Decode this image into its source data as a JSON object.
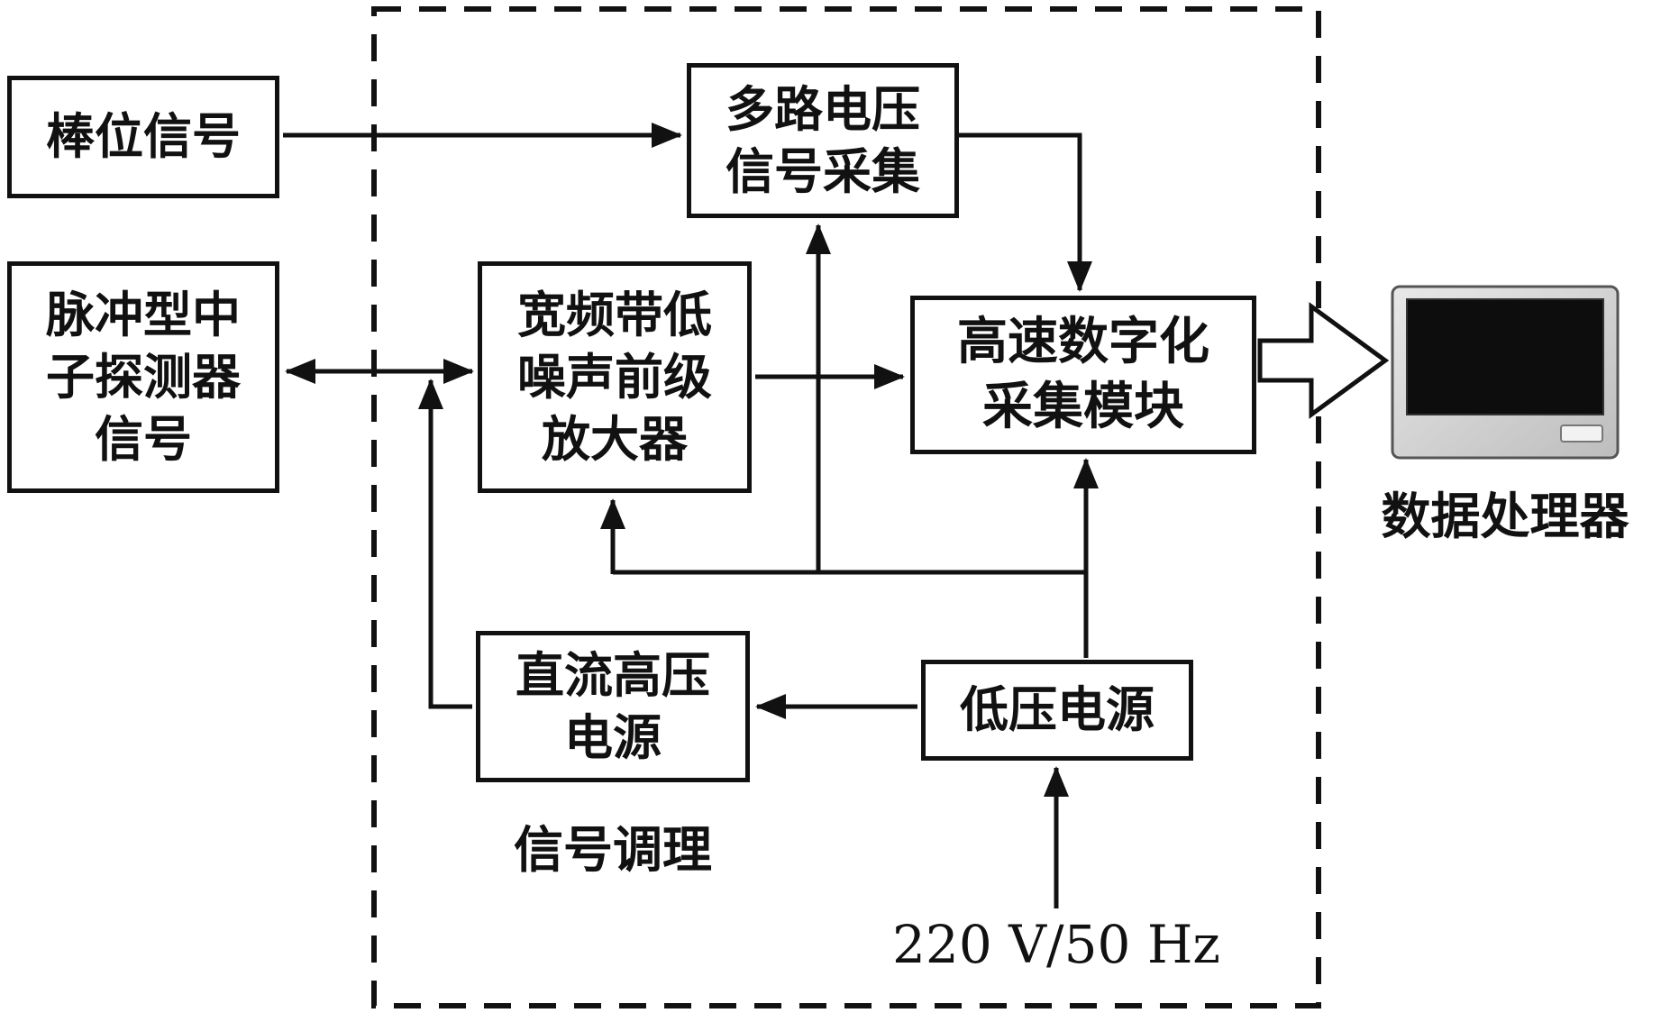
{
  "diagram": {
    "boxes": {
      "rod_position": "棒位信号",
      "neutron_detector": "脉冲型中\n子探测器\n信号",
      "multi_voltage": "多路电压\n信号采集",
      "preamp": "宽频带低\n噪声前级\n放大器",
      "digitizer": "高速数字化\n采集模块",
      "dc_hv": "直流高压\n电源",
      "lv_supply": "低压电源"
    },
    "labels": {
      "signal_conditioning": "信号调理",
      "mains": "220 V/50 Hz",
      "data_processor": "数据处理器"
    },
    "icons": {
      "monitor": "monitor-icon",
      "block_arrow": "block-arrow-icon"
    },
    "colors": {
      "line": "#111111",
      "box_border": "#111111",
      "monitor_frame": "#d6d6d6",
      "monitor_screen": "#0d0d0d",
      "background": "#ffffff"
    }
  }
}
